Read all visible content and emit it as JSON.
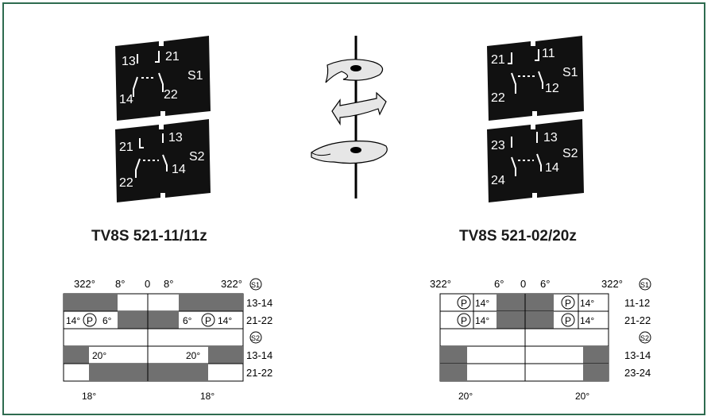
{
  "colors": {
    "frame": "#2e6b4f",
    "plate": "#111111",
    "shade": "#707070",
    "disk": "#e6e6e6"
  },
  "left": {
    "title": "TV8S 521-11/11z",
    "plate1": {
      "t1": "13",
      "t2": "21",
      "t3": "14",
      "t4": "22",
      "name": "S1"
    },
    "plate2": {
      "t1": "21",
      "t2": "13",
      "t3": "22",
      "t4": "14",
      "name": "S2"
    },
    "top_angles": [
      "322°",
      "8°",
      "0",
      "8°",
      "322°"
    ],
    "row1_label": "13-14",
    "row2_label": "21-22",
    "row2_a": "14°",
    "row2_b": "6°",
    "row2_c": "6°",
    "row2_d": "14°",
    "row4_label": "13-14",
    "row5_label": "21-22",
    "row4_a": "20°",
    "row4_b": "20°",
    "bottom_a": "18°",
    "bottom_b": "18°",
    "s1": "S1",
    "s2": "S2",
    "p": "P"
  },
  "right": {
    "title": "TV8S 521-02/20z",
    "plate1": {
      "t1": "21",
      "t2": "11",
      "t3": "22",
      "t4": "12",
      "name": "S1"
    },
    "plate2": {
      "t1": "23",
      "t2": "13",
      "t3": "24",
      "t4": "14",
      "name": "S2"
    },
    "top_angles": [
      "322°",
      "6°",
      "0",
      "6°",
      "322°"
    ],
    "row1_label": "11-12",
    "row2_label": "21-22",
    "row1_a": "14°",
    "row1_b": "14°",
    "row2_a": "14°",
    "row2_b": "14°",
    "row4_label": "13-14",
    "row5_label": "23-24",
    "bottom_a": "20°",
    "bottom_b": "20°",
    "s1": "S1",
    "s2": "S2",
    "p": "P"
  }
}
